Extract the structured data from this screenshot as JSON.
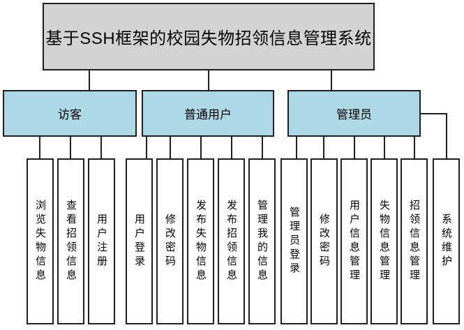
{
  "diagram": {
    "title": "基于SSH框架的校园失物招领信息管理系统",
    "colors": {
      "root_fill": "#d3d3d3",
      "group_fill": "#add8e6",
      "leaf_fill": "#ffffff",
      "line": "#1f1f1f"
    },
    "groups": [
      {
        "label": "访客",
        "children": [
          "浏览失物信息",
          "查看招领信息",
          "用户注册"
        ]
      },
      {
        "label": "普通用户",
        "children": [
          "用户登录",
          "修改密码",
          "发布失物信息",
          "发布招领信息",
          "管理我的信息"
        ]
      },
      {
        "label": "管理员",
        "children": [
          "管理员登录",
          "修改密码",
          "用户信息管理",
          "失物信息管理",
          "招领信息管理",
          "系统维护"
        ]
      }
    ]
  }
}
